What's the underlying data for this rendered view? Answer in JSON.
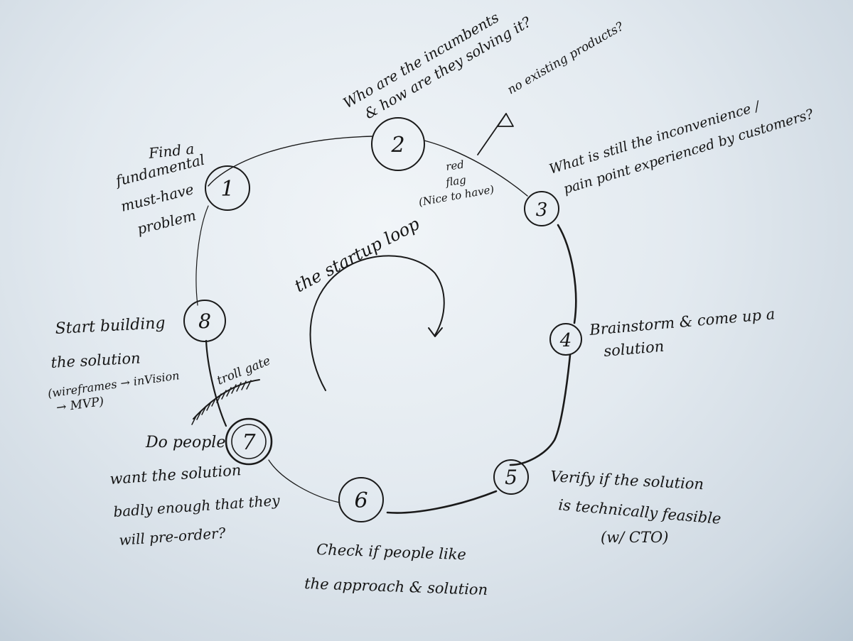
{
  "diagram": {
    "title": "the startup loop",
    "steps": [
      {
        "number": "1",
        "label_lines": [
          "Find a",
          "fundamental",
          "must-have",
          "problem"
        ]
      },
      {
        "number": "2",
        "label_lines": [
          "Who are the incumbents",
          "& how are they solving it?"
        ]
      },
      {
        "number": "3",
        "label_lines": [
          "What is still the inconvenience /",
          "pain point experienced by customers?"
        ]
      },
      {
        "number": "4",
        "label_lines": [
          "Brainstorm & come up a",
          "solution"
        ]
      },
      {
        "number": "5",
        "label_lines": [
          "Verify if the solution",
          "is technically feasible",
          "(w/ CTO)"
        ]
      },
      {
        "number": "6",
        "label_lines": [
          "Check if people like",
          "the approach & solution"
        ]
      },
      {
        "number": "7",
        "label_lines": [
          "Do people",
          "want the solution",
          "badly enough that they",
          "will pre-order?"
        ]
      },
      {
        "number": "8",
        "label_lines": [
          "Start building",
          "the solution",
          "(wireframes → inVision",
          "→ MVP)"
        ]
      }
    ],
    "annotations": {
      "no_products": "no existing products?",
      "red_flag": [
        "red",
        "flag",
        "(Nice to have)"
      ],
      "troll_gate": "troll gate"
    }
  },
  "colors": {
    "ink": "#1a1a1a",
    "board": "#e3eaf0"
  }
}
